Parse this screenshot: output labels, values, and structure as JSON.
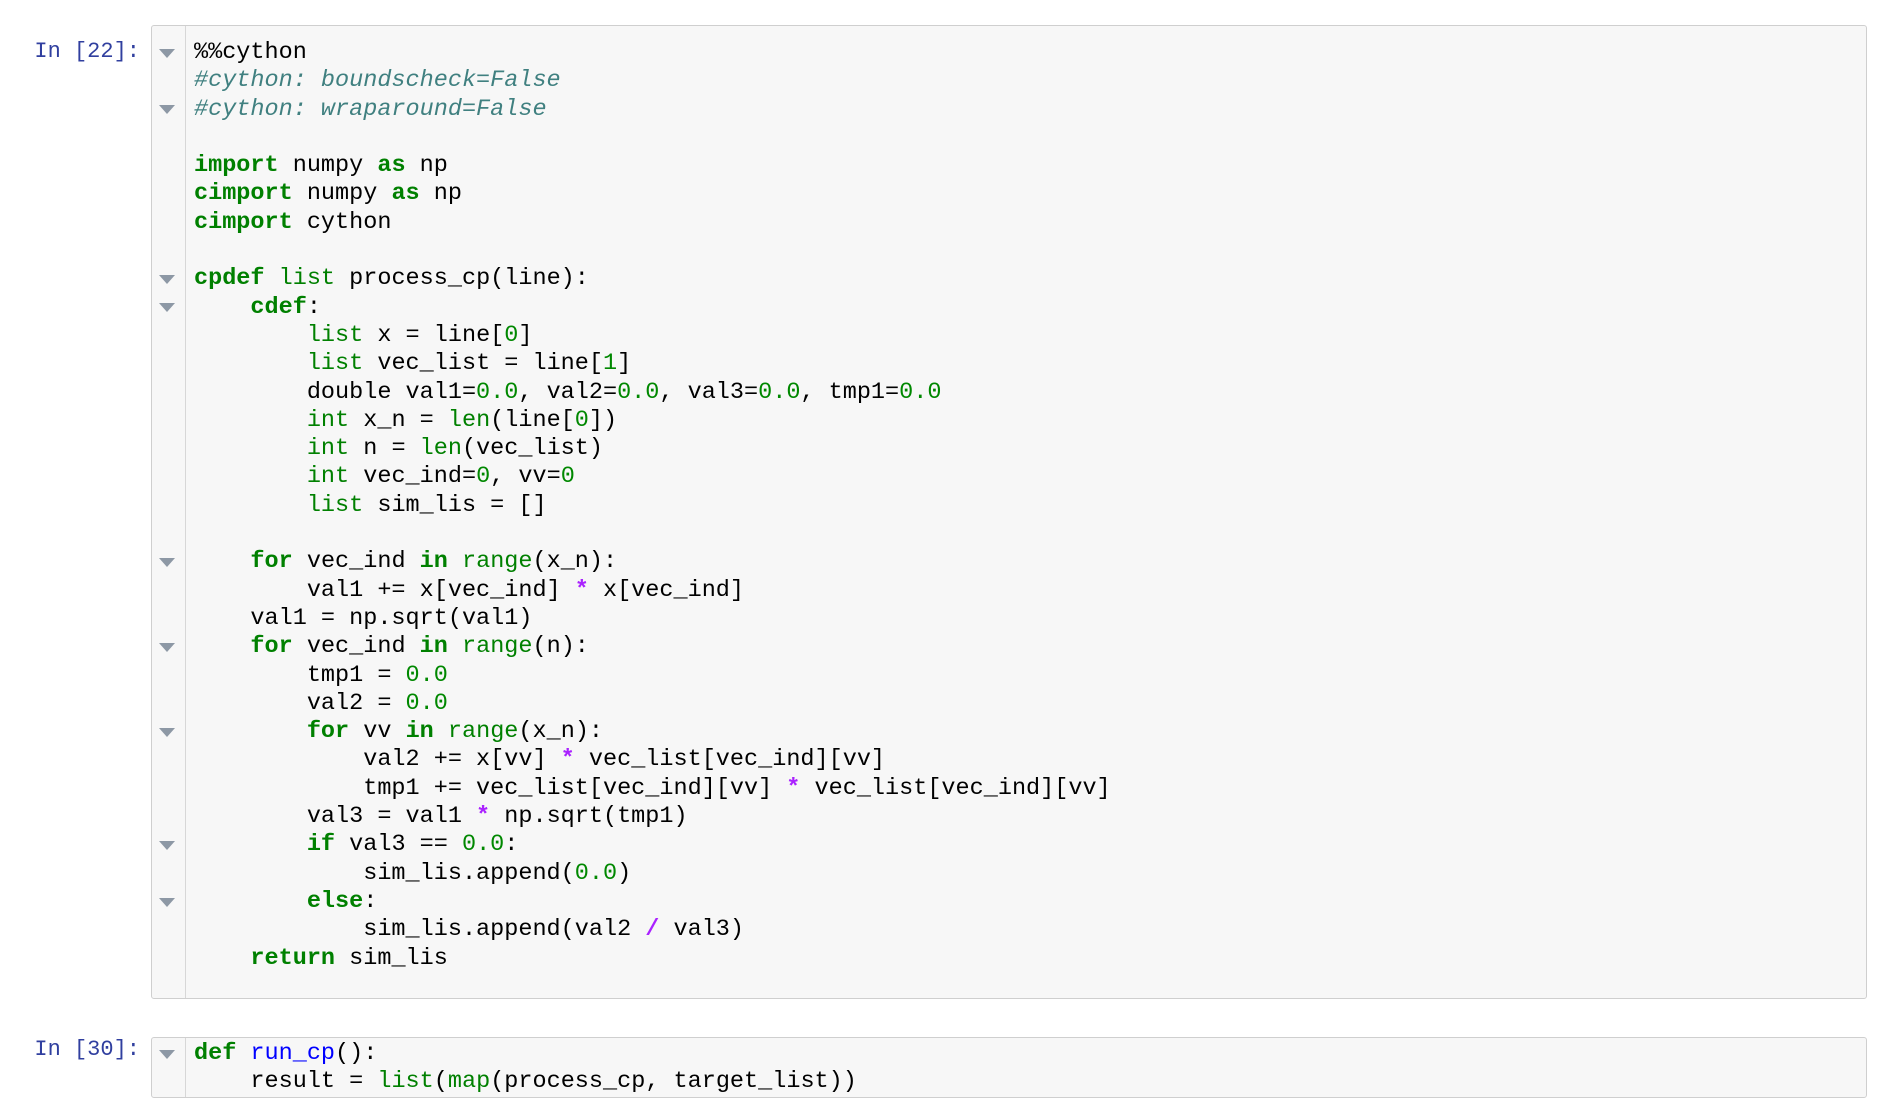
{
  "app": "jupyter-notebook",
  "colors": {
    "page_bg": "#ffffff",
    "cell_bg": "#f7f7f7",
    "cell_border": "#cfcfcf",
    "gutter_divider": "#d7d7d7",
    "prompt": "#303F9F",
    "fold_arrow": "#8d98a5",
    "syntax": {
      "k": "#008000",
      "b": "#008000",
      "n": "#008800",
      "c": "#408080",
      "o": "#AA22FF",
      "d": "#0000FF",
      "t": "#000000",
      "m": "#000000"
    }
  },
  "icons": {
    "fold_arrow": "triangle-down"
  },
  "cells": [
    {
      "prompt": "In [22]:",
      "execution_count": 22,
      "fold_lines": [
        1,
        3,
        9,
        10,
        19,
        22,
        25,
        29,
        31
      ],
      "lines": [
        [
          [
            "m",
            "%%cython"
          ]
        ],
        [
          [
            "c",
            "#cython: boundscheck=False"
          ]
        ],
        [
          [
            "c",
            "#cython: wraparound=False"
          ]
        ],
        [],
        [
          [
            "k",
            "import"
          ],
          [
            "t",
            " numpy "
          ],
          [
            "k",
            "as"
          ],
          [
            "t",
            " np"
          ]
        ],
        [
          [
            "k",
            "cimport"
          ],
          [
            "t",
            " numpy "
          ],
          [
            "k",
            "as"
          ],
          [
            "t",
            " np"
          ]
        ],
        [
          [
            "k",
            "cimport"
          ],
          [
            "t",
            " cython"
          ]
        ],
        [],
        [
          [
            "k",
            "cpdef"
          ],
          [
            "t",
            " "
          ],
          [
            "b",
            "list"
          ],
          [
            "t",
            " process_cp(line):"
          ]
        ],
        [
          [
            "t",
            "    "
          ],
          [
            "k",
            "cdef"
          ],
          [
            "t",
            ":"
          ]
        ],
        [
          [
            "t",
            "        "
          ],
          [
            "b",
            "list"
          ],
          [
            "t",
            " x = line["
          ],
          [
            "n",
            "0"
          ],
          [
            "t",
            "]"
          ]
        ],
        [
          [
            "t",
            "        "
          ],
          [
            "b",
            "list"
          ],
          [
            "t",
            " vec_list = line["
          ],
          [
            "n",
            "1"
          ],
          [
            "t",
            "]"
          ]
        ],
        [
          [
            "t",
            "        double val1="
          ],
          [
            "n",
            "0.0"
          ],
          [
            "t",
            ", val2="
          ],
          [
            "n",
            "0.0"
          ],
          [
            "t",
            ", val3="
          ],
          [
            "n",
            "0.0"
          ],
          [
            "t",
            ", tmp1="
          ],
          [
            "n",
            "0.0"
          ]
        ],
        [
          [
            "t",
            "        "
          ],
          [
            "b",
            "int"
          ],
          [
            "t",
            " x_n = "
          ],
          [
            "b",
            "len"
          ],
          [
            "t",
            "(line["
          ],
          [
            "n",
            "0"
          ],
          [
            "t",
            "])"
          ]
        ],
        [
          [
            "t",
            "        "
          ],
          [
            "b",
            "int"
          ],
          [
            "t",
            " n = "
          ],
          [
            "b",
            "len"
          ],
          [
            "t",
            "(vec_list)"
          ]
        ],
        [
          [
            "t",
            "        "
          ],
          [
            "b",
            "int"
          ],
          [
            "t",
            " vec_ind="
          ],
          [
            "n",
            "0"
          ],
          [
            "t",
            ", vv="
          ],
          [
            "n",
            "0"
          ]
        ],
        [
          [
            "t",
            "        "
          ],
          [
            "b",
            "list"
          ],
          [
            "t",
            " sim_lis = []"
          ]
        ],
        [],
        [
          [
            "t",
            "    "
          ],
          [
            "k",
            "for"
          ],
          [
            "t",
            " vec_ind "
          ],
          [
            "k",
            "in"
          ],
          [
            "t",
            " "
          ],
          [
            "b",
            "range"
          ],
          [
            "t",
            "(x_n):"
          ]
        ],
        [
          [
            "t",
            "        val1 += x[vec_ind] "
          ],
          [
            "o",
            "*"
          ],
          [
            "t",
            " x[vec_ind]"
          ]
        ],
        [
          [
            "t",
            "    val1 = np.sqrt(val1)"
          ]
        ],
        [
          [
            "t",
            "    "
          ],
          [
            "k",
            "for"
          ],
          [
            "t",
            " vec_ind "
          ],
          [
            "k",
            "in"
          ],
          [
            "t",
            " "
          ],
          [
            "b",
            "range"
          ],
          [
            "t",
            "(n):"
          ]
        ],
        [
          [
            "t",
            "        tmp1 = "
          ],
          [
            "n",
            "0.0"
          ]
        ],
        [
          [
            "t",
            "        val2 = "
          ],
          [
            "n",
            "0.0"
          ]
        ],
        [
          [
            "t",
            "        "
          ],
          [
            "k",
            "for"
          ],
          [
            "t",
            " vv "
          ],
          [
            "k",
            "in"
          ],
          [
            "t",
            " "
          ],
          [
            "b",
            "range"
          ],
          [
            "t",
            "(x_n):"
          ]
        ],
        [
          [
            "t",
            "            val2 += x[vv] "
          ],
          [
            "o",
            "*"
          ],
          [
            "t",
            " vec_list[vec_ind][vv]"
          ]
        ],
        [
          [
            "t",
            "            tmp1 += vec_list[vec_ind][vv] "
          ],
          [
            "o",
            "*"
          ],
          [
            "t",
            " vec_list[vec_ind][vv]"
          ]
        ],
        [
          [
            "t",
            "        val3 = val1 "
          ],
          [
            "o",
            "*"
          ],
          [
            "t",
            " np.sqrt(tmp1)"
          ]
        ],
        [
          [
            "t",
            "        "
          ],
          [
            "k",
            "if"
          ],
          [
            "t",
            " val3 == "
          ],
          [
            "n",
            "0.0"
          ],
          [
            "t",
            ":"
          ]
        ],
        [
          [
            "t",
            "            sim_lis.append("
          ],
          [
            "n",
            "0.0"
          ],
          [
            "t",
            ")"
          ]
        ],
        [
          [
            "t",
            "        "
          ],
          [
            "k",
            "else"
          ],
          [
            "t",
            ":"
          ]
        ],
        [
          [
            "t",
            "            sim_lis.append(val2 "
          ],
          [
            "o",
            "/"
          ],
          [
            "t",
            " val3)"
          ]
        ],
        [
          [
            "t",
            "    "
          ],
          [
            "k",
            "return"
          ],
          [
            "t",
            " sim_lis"
          ]
        ]
      ]
    },
    {
      "prompt": "In [30]:",
      "execution_count": 30,
      "fold_lines": [
        1
      ],
      "lines": [
        [
          [
            "k",
            "def"
          ],
          [
            "t",
            " "
          ],
          [
            "d",
            "run_cp"
          ],
          [
            "t",
            "():"
          ]
        ],
        [
          [
            "t",
            "    result = "
          ],
          [
            "b",
            "list"
          ],
          [
            "t",
            "("
          ],
          [
            "b",
            "map"
          ],
          [
            "t",
            "(process_cp, target_list))"
          ]
        ]
      ]
    }
  ]
}
